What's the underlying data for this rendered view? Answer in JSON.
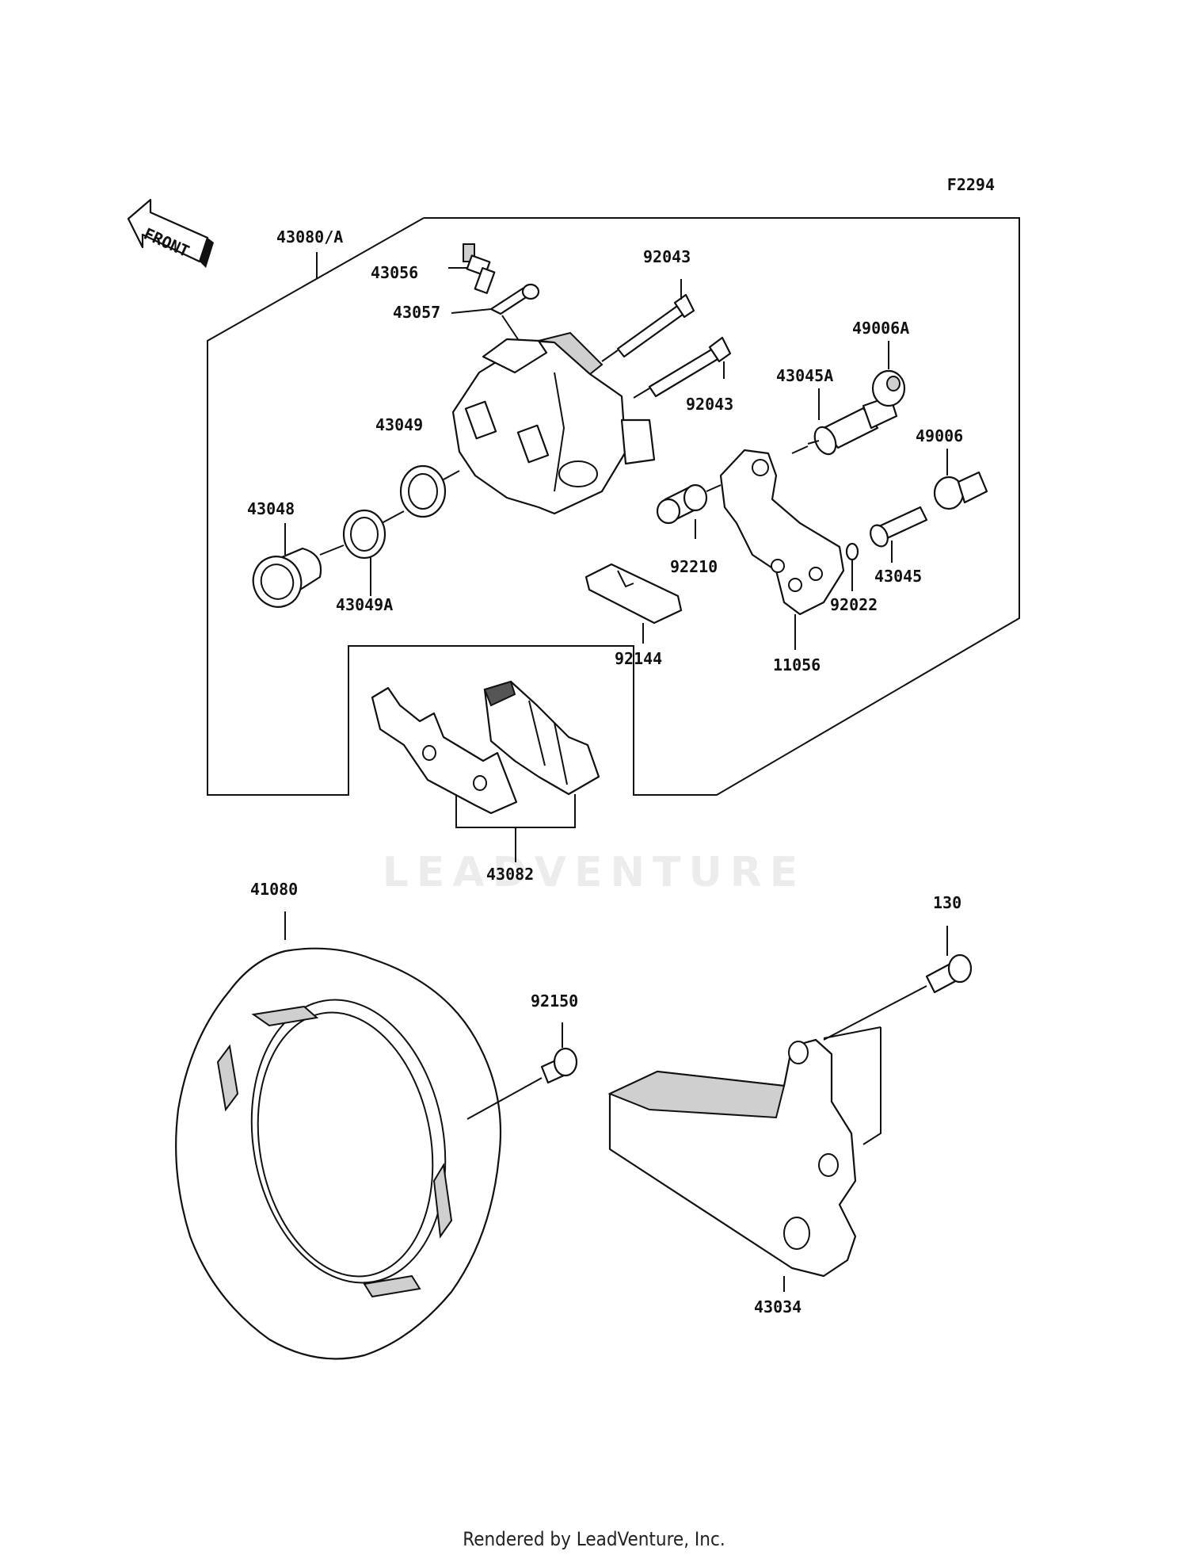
{
  "diagram_code": "F2294",
  "front_label": "FRONT",
  "watermark": "LEADVENTURE",
  "footer": "Rendered by LeadVenture, Inc.",
  "parts": {
    "p43080A": "43080/A",
    "p43056": "43056",
    "p43057": "43057",
    "p92043a": "92043",
    "p92043b": "92043",
    "p49006A": "49006A",
    "p43045A": "43045A",
    "p43049": "43049",
    "p49006": "49006",
    "p43048": "43048",
    "p92210": "92210",
    "p43045": "43045",
    "p43049A": "43049A",
    "p92022": "92022",
    "p92144": "92144",
    "p11056": "11056",
    "p43082": "43082",
    "p41080": "41080",
    "p130": "130",
    "p92150": "92150",
    "p43034": "43034"
  }
}
